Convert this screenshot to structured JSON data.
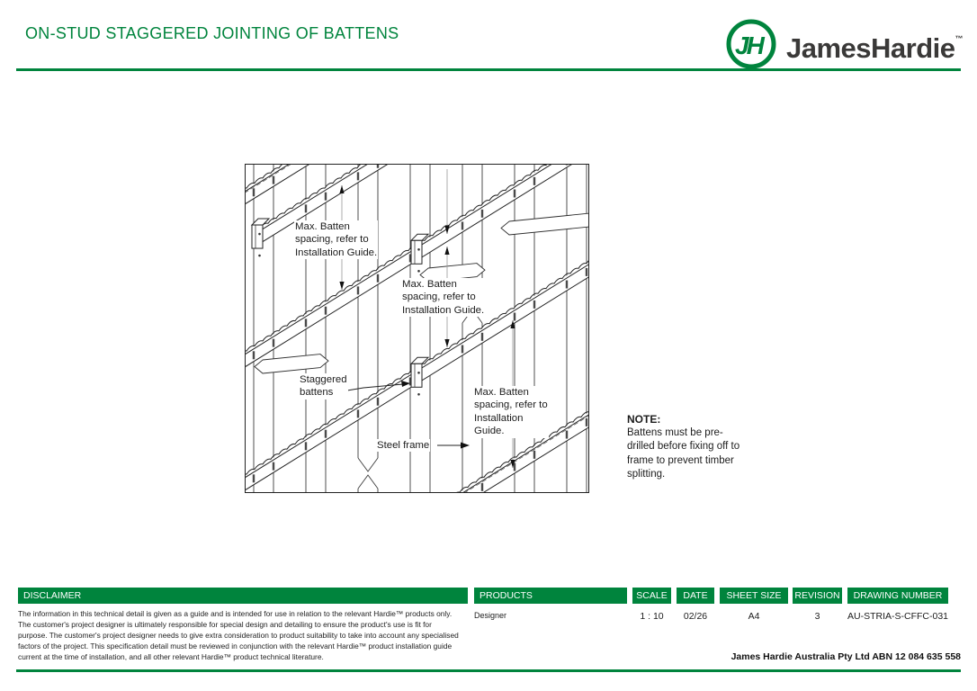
{
  "header": {
    "title": "ON-STUD STAGGERED JOINTING OF BATTENS",
    "brand": {
      "monogram": "JH",
      "wordmark": "JamesHardie",
      "trademark": "™"
    }
  },
  "drawing": {
    "labels": {
      "spacing_top": "Max. Batten\nspacing, refer to\nInstallation Guide.",
      "spacing_mid": "Max. Batten\nspacing, refer to\nInstallation Guide.",
      "spacing_right": "Max. Batten\nspacing, refer to\nInstallation\nGuide.",
      "staggered": "Staggered\nbattens",
      "steel_frame": "Steel frame"
    }
  },
  "note": {
    "heading": "NOTE:",
    "body": "Battens must be pre-\ndrilled before fixing off to\nframe to prevent timber\nsplitting."
  },
  "footer": {
    "disclaimer": {
      "label": "DISCLAIMER",
      "text": "The information in this technical detail is given as a guide and is intended for use in relation to the relevant Hardie™ products only. The customer's project designer is ultimately responsible for special design and detailing to ensure the product's use is fit for purpose. The customer's project designer needs to give extra consideration to product suitability to take into account any specialised factors of the project. This specification detail must be reviewed in conjunction with the relevant Hardie™ product installation guide current at the time of installation, and all other relevant Hardie™ product technical literature."
    },
    "products": {
      "label": "PRODUCTS",
      "value": "Designer"
    },
    "scale": {
      "label": "SCALE",
      "value": "1 : 10"
    },
    "date": {
      "label": "DATE",
      "value": "02/26"
    },
    "sheet_size": {
      "label": "SHEET SIZE",
      "value": "A4"
    },
    "revision": {
      "label": "REVISION",
      "value": "3"
    },
    "drawing_number": {
      "label": "DRAWING NUMBER",
      "value": "AU-STRIA-S-CFFC-031"
    },
    "company": "James Hardie Australia Pty Ltd ABN 12 084 635 558"
  },
  "colors": {
    "green": "#00843D",
    "ink": "#1c1c1c",
    "wordmark_gray": "#3a3938"
  }
}
